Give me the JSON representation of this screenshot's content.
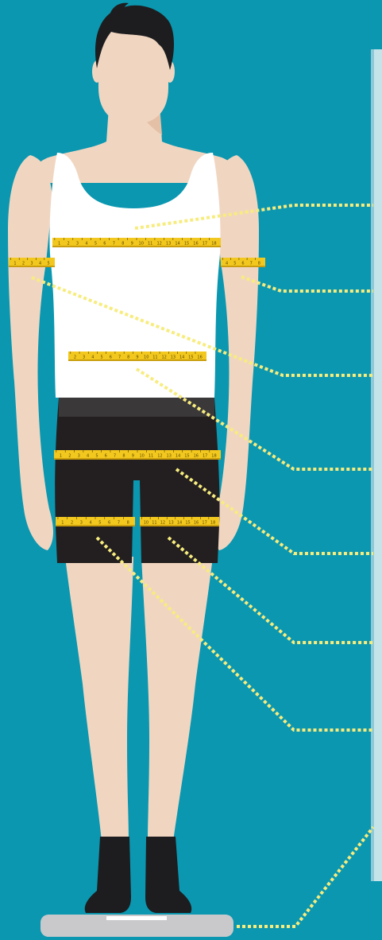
{
  "colors": {
    "background": "#0b97b0",
    "panel": "#c5e4ea",
    "panel_edge": "#8fc9d5",
    "skin": "#f0d6c1",
    "skin_shade": "#e4c0a6",
    "hair": "#1d1d1f",
    "tank_top": "#ffffff",
    "shorts": "#231f20",
    "waistband": "#3a3839",
    "tape": "#f2c81f",
    "tape_mark": "#5a4500",
    "leader": "#f7ec7e",
    "scale": "#c9c9cc"
  },
  "tape_ticks": {
    "chest": [
      "1",
      "2",
      "3",
      "4",
      "5",
      "6",
      "7",
      "8",
      "9",
      "10",
      "11",
      "12",
      "13",
      "14",
      "15",
      "16",
      "17",
      "18"
    ],
    "arm_left": [
      "1",
      "2",
      "3",
      "4",
      "5"
    ],
    "arm_right": [
      "4",
      "5",
      "6",
      "7",
      "8"
    ],
    "waist": [
      "2",
      "3",
      "4",
      "5",
      "6",
      "7",
      "8",
      "9",
      "10",
      "11",
      "12",
      "13",
      "14",
      "15",
      "16"
    ],
    "hips": [
      "1",
      "2",
      "3",
      "4",
      "5",
      "6",
      "7",
      "8",
      "9",
      "10",
      "11",
      "12",
      "13",
      "14",
      "15",
      "16",
      "17",
      "18"
    ],
    "thigh_left": [
      "1",
      "2",
      "3",
      "4",
      "5",
      "6",
      "7",
      "8"
    ],
    "thigh_right": [
      "10",
      "11",
      "12",
      "13",
      "14",
      "15",
      "16",
      "17",
      "18"
    ]
  }
}
